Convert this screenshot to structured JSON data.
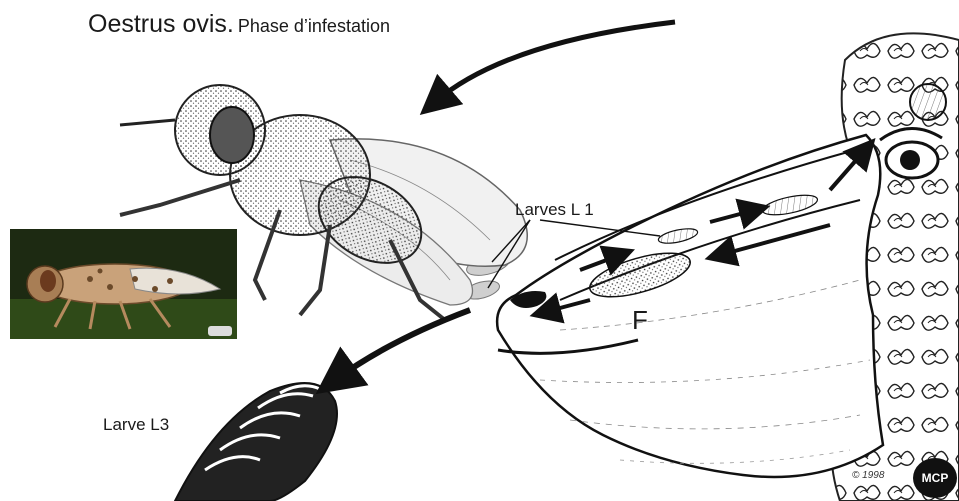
{
  "title": {
    "species": "Oestrus ovis.",
    "phase": "Phase d’infestation"
  },
  "labels": {
    "larves_l1": "Larves L 1",
    "larve_l3": "Larve L3",
    "f_marker": "F"
  },
  "credit": {
    "copyright": "© 1998",
    "badge": "MCP"
  },
  "colors": {
    "ink": "#1a1a1a",
    "photo_bg": "#1d2a12",
    "fly_body": "#c9a27a"
  }
}
